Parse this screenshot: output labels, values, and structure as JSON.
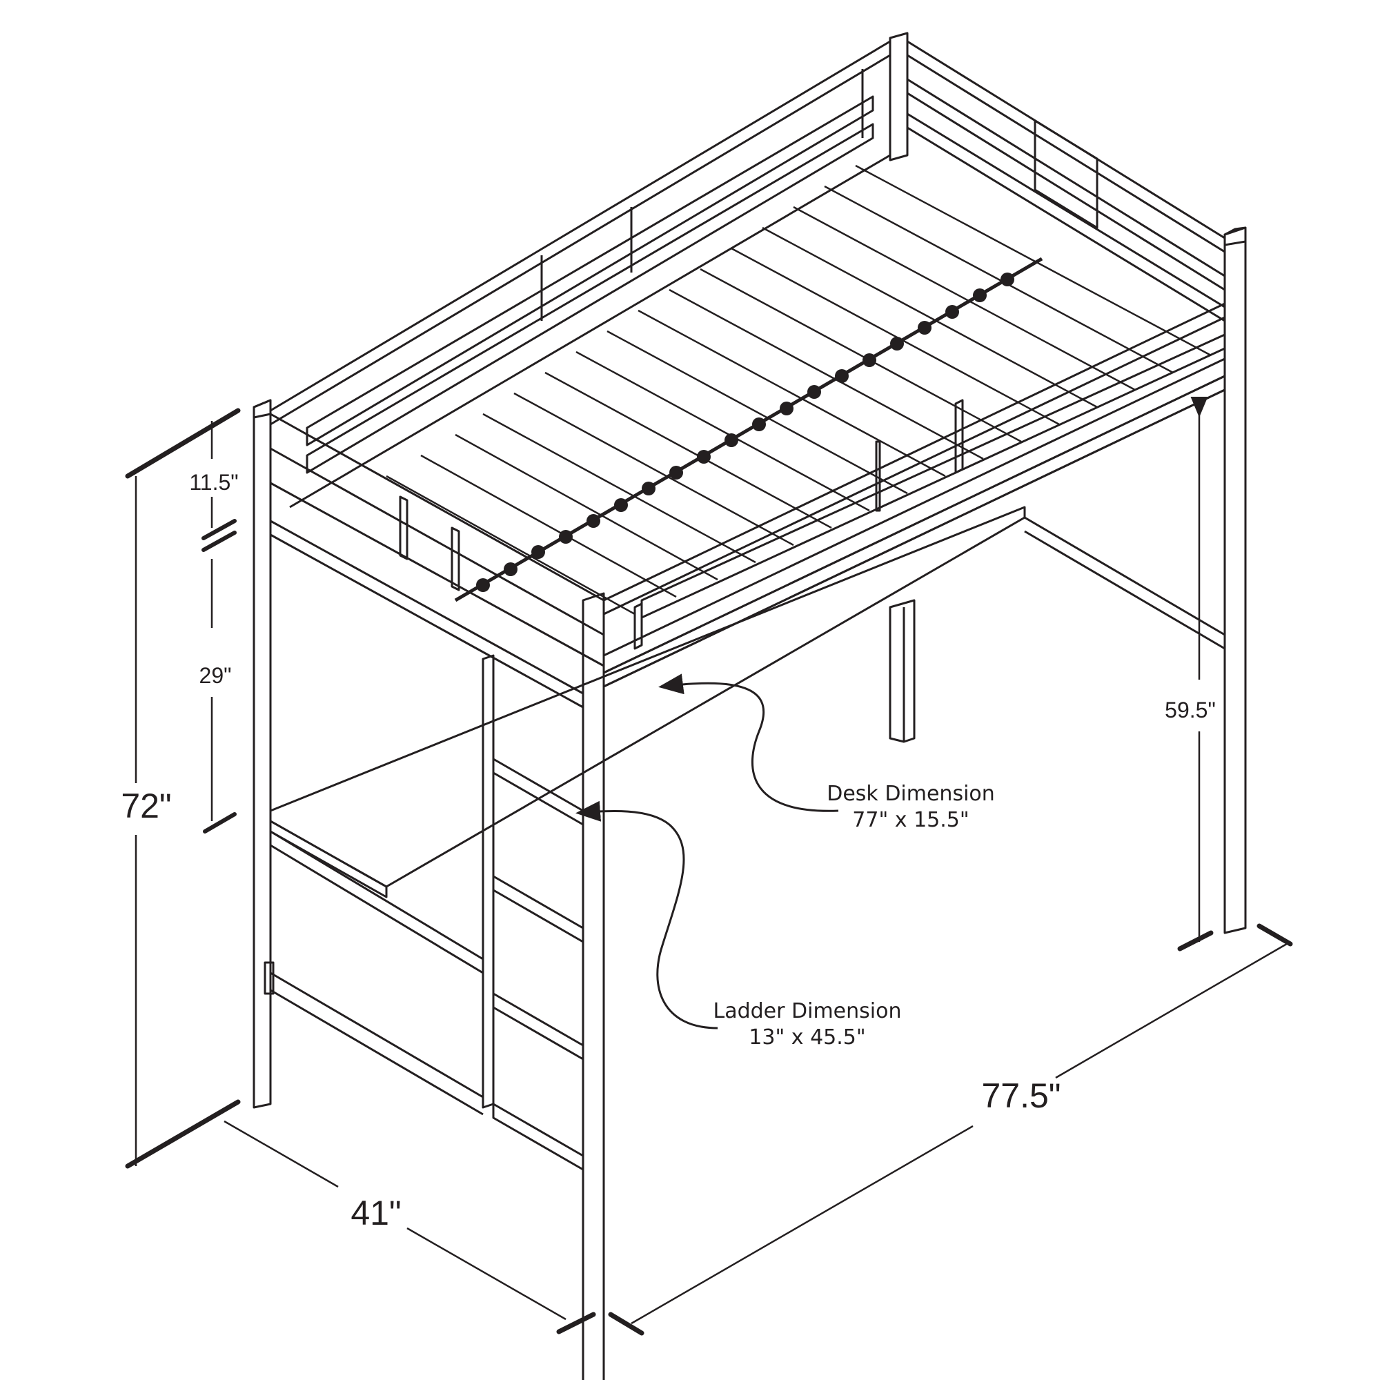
{
  "dimensions": {
    "overall_height": "72\"",
    "top_guard": "11.5\"",
    "desk_to_bed": "29\"",
    "under_bed_clearance": "59.5\"",
    "width": "41\"",
    "length": "77.5\""
  },
  "callouts": {
    "desk": {
      "title": "Desk Dimension",
      "size": "77\" x 15.5\""
    },
    "ladder": {
      "title": "Ladder Dimension",
      "size": "13\" x 45.5\""
    }
  },
  "colors": {
    "line": "#231f20",
    "background": "#ffffff"
  }
}
